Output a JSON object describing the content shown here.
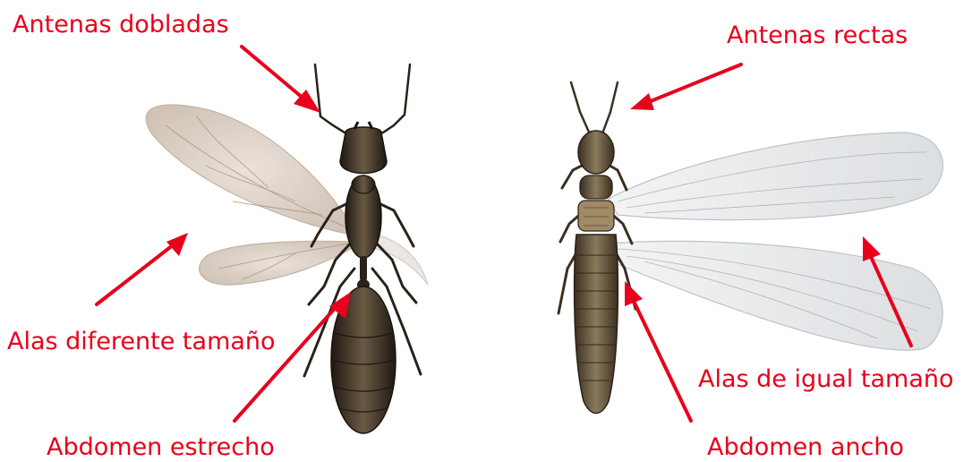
{
  "colors": {
    "annotation": "#e8001c",
    "ant_body": "#3a2f22",
    "termite_body": "#5a4a33",
    "ant_wing": "#d9cdc2",
    "termite_wing": "#e6e8ea",
    "background": "#ffffff"
  },
  "ant": {
    "antennae_label": "Antenas dobladas",
    "wings_label": "Alas diferente tamaño",
    "abdomen_label": "Abdomen estrecho"
  },
  "termite": {
    "antennae_label": "Antenas rectas",
    "wings_label": "Alas de igual tamaño",
    "abdomen_label": "Abdomen ancho"
  }
}
